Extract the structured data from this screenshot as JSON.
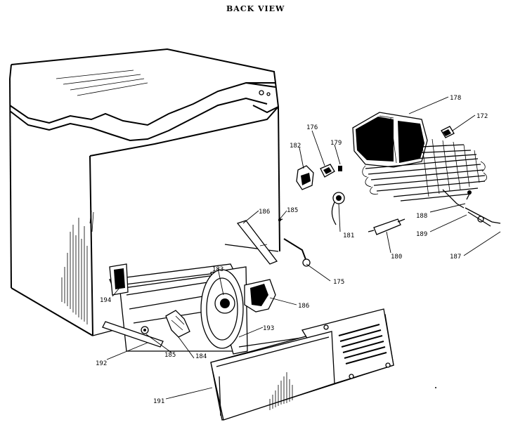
{
  "view_title": "BACK VIEW",
  "callouts": {
    "c178": "178",
    "c172": "172",
    "c176": "176",
    "c182": "182",
    "c179": "179",
    "c186a": "186",
    "c185a": "185",
    "c188": "188",
    "c189": "189",
    "c181": "181",
    "c180": "180",
    "c187": "187",
    "c175": "175",
    "c183": "183",
    "c194": "194",
    "c186b": "186",
    "c193": "193",
    "c185b": "185",
    "c184": "184",
    "c192": "192",
    "c191": "191"
  }
}
